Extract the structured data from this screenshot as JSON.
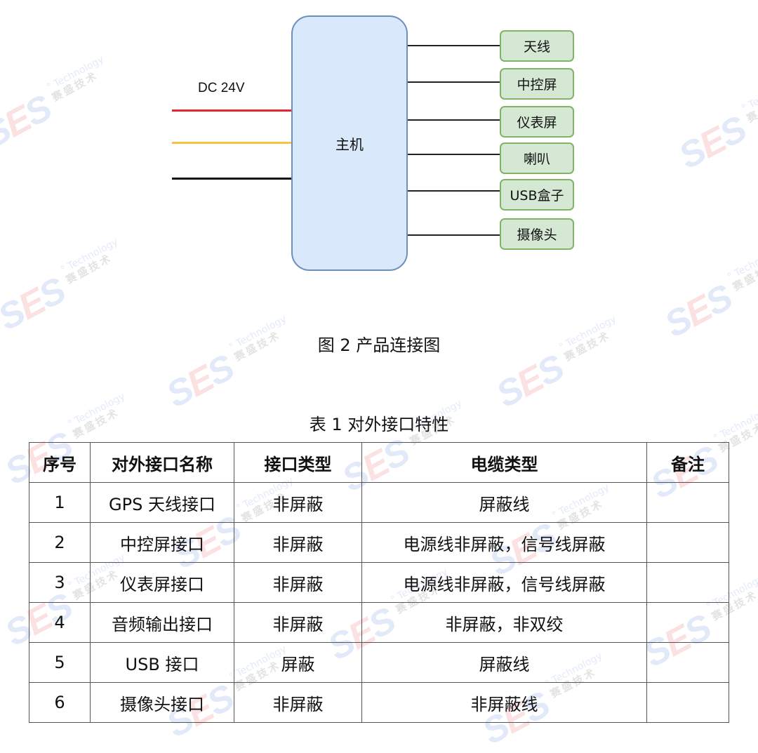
{
  "diagram": {
    "power_label": "DC 24V",
    "host_label": "主机",
    "wires": [
      {
        "color": "#e8242c"
      },
      {
        "color": "#f5c542"
      },
      {
        "color": "#111111"
      }
    ],
    "peripherals": [
      {
        "label": "天线"
      },
      {
        "label": "中控屏"
      },
      {
        "label": "仪表屏"
      },
      {
        "label": "喇叭"
      },
      {
        "label": "USB盒子"
      },
      {
        "label": "摄像头"
      }
    ],
    "colors": {
      "host_fill": "#dae8fc",
      "host_border": "#6c8ebf",
      "peripheral_fill": "#d5e8d4",
      "peripheral_border": "#82b366"
    }
  },
  "figure_caption": "图 2  产品连接图",
  "table_caption": "表 1  对外接口特性",
  "table": {
    "headers": [
      "序号",
      "对外接口名称",
      "接口类型",
      "电缆类型",
      "备注"
    ],
    "rows": [
      [
        "1",
        "GPS 天线接口",
        "非屏蔽",
        "屏蔽线",
        ""
      ],
      [
        "2",
        "中控屏接口",
        "非屏蔽",
        "电源线非屏蔽，信号线屏蔽",
        ""
      ],
      [
        "3",
        "仪表屏接口",
        "非屏蔽",
        "电源线非屏蔽，信号线屏蔽",
        ""
      ],
      [
        "4",
        "音频输出接口",
        "非屏蔽",
        "非屏蔽，非双绞",
        ""
      ],
      [
        "5",
        "USB 接口",
        "屏蔽",
        "屏蔽线",
        ""
      ],
      [
        "6",
        "摄像头接口",
        "非屏蔽",
        "非屏蔽线",
        ""
      ]
    ]
  },
  "watermark": {
    "logo_s": "S",
    "logo_e": "E",
    "logo_s2": "S",
    "tagline_en": "° Technology",
    "tagline_cn": "赛盛技术"
  }
}
